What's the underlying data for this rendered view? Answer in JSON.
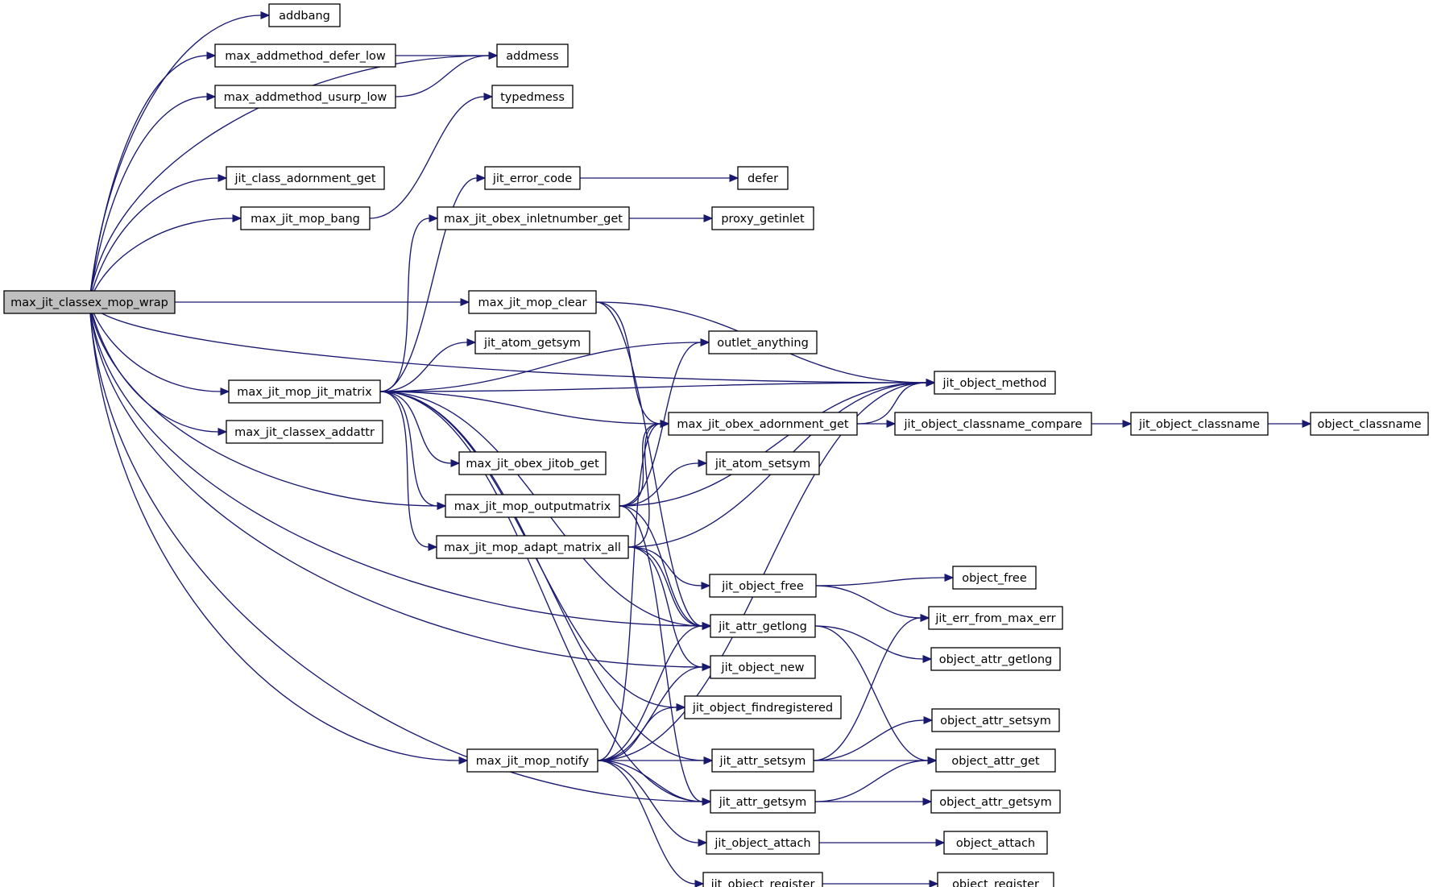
{
  "diagram": {
    "root": "max_jit_classex_mop_wrap",
    "edge_color": "#191970",
    "root_fill": "#bfbfbf",
    "nodes": [
      {
        "id": "wrap",
        "label": "max_jit_classex_mop_wrap"
      },
      {
        "id": "addbang",
        "label": "addbang"
      },
      {
        "id": "defer_low",
        "label": "max_addmethod_defer_low"
      },
      {
        "id": "usurp_low",
        "label": "max_addmethod_usurp_low"
      },
      {
        "id": "class_adorn",
        "label": "jit_class_adornment_get"
      },
      {
        "id": "mop_bang",
        "label": "max_jit_mop_bang"
      },
      {
        "id": "mop_jit_matrix",
        "label": "max_jit_mop_jit_matrix"
      },
      {
        "id": "classex_addattr",
        "label": "max_jit_classex_addattr"
      },
      {
        "id": "mop_notify",
        "label": "max_jit_mop_notify"
      },
      {
        "id": "addmess",
        "label": "addmess"
      },
      {
        "id": "typedmess",
        "label": "typedmess"
      },
      {
        "id": "jit_error_code",
        "label": "jit_error_code"
      },
      {
        "id": "obex_inlet",
        "label": "max_jit_obex_inletnumber_get"
      },
      {
        "id": "mop_clear",
        "label": "max_jit_mop_clear"
      },
      {
        "id": "jit_atom_getsym",
        "label": "jit_atom_getsym"
      },
      {
        "id": "obex_jitob",
        "label": "max_jit_obex_jitob_get"
      },
      {
        "id": "mop_outputmatrix",
        "label": "max_jit_mop_outputmatrix"
      },
      {
        "id": "mop_adapt",
        "label": "max_jit_mop_adapt_matrix_all"
      },
      {
        "id": "defer",
        "label": "defer"
      },
      {
        "id": "proxy_getinlet",
        "label": "proxy_getinlet"
      },
      {
        "id": "outlet_anything",
        "label": "outlet_anything"
      },
      {
        "id": "obex_adorn",
        "label": "max_jit_obex_adornment_get"
      },
      {
        "id": "jit_atom_setsym",
        "label": "jit_atom_setsym"
      },
      {
        "id": "jit_object_free",
        "label": "jit_object_free"
      },
      {
        "id": "jit_attr_getlong",
        "label": "jit_attr_getlong"
      },
      {
        "id": "jit_object_new",
        "label": "jit_object_new"
      },
      {
        "id": "jit_object_findregistered",
        "label": "jit_object_findregistered"
      },
      {
        "id": "jit_attr_setsym",
        "label": "jit_attr_setsym"
      },
      {
        "id": "jit_attr_getsym",
        "label": "jit_attr_getsym"
      },
      {
        "id": "jit_object_attach",
        "label": "jit_object_attach"
      },
      {
        "id": "jit_object_register",
        "label": "jit_object_register"
      },
      {
        "id": "jit_object_method",
        "label": "jit_object_method"
      },
      {
        "id": "classname_compare",
        "label": "jit_object_classname_compare"
      },
      {
        "id": "jit_object_classname",
        "label": "jit_object_classname"
      },
      {
        "id": "object_classname",
        "label": "object_classname"
      },
      {
        "id": "object_free",
        "label": "object_free"
      },
      {
        "id": "jit_err_from_max_err",
        "label": "jit_err_from_max_err"
      },
      {
        "id": "object_attr_getlong",
        "label": "object_attr_getlong"
      },
      {
        "id": "object_attr_setsym",
        "label": "object_attr_setsym"
      },
      {
        "id": "object_attr_get",
        "label": "object_attr_get"
      },
      {
        "id": "object_attr_getsym",
        "label": "object_attr_getsym"
      },
      {
        "id": "object_attach",
        "label": "object_attach"
      },
      {
        "id": "object_register",
        "label": "object_register"
      }
    ],
    "edges": [
      {
        "from": "wrap",
        "to": "addbang"
      },
      {
        "from": "wrap",
        "to": "defer_low"
      },
      {
        "from": "wrap",
        "to": "usurp_low"
      },
      {
        "from": "wrap",
        "to": "addmess"
      },
      {
        "from": "wrap",
        "to": "class_adorn"
      },
      {
        "from": "wrap",
        "to": "mop_bang"
      },
      {
        "from": "wrap",
        "to": "jit_object_method"
      },
      {
        "from": "wrap",
        "to": "mop_clear"
      },
      {
        "from": "wrap",
        "to": "mop_jit_matrix"
      },
      {
        "from": "wrap",
        "to": "classex_addattr"
      },
      {
        "from": "wrap",
        "to": "mop_outputmatrix"
      },
      {
        "from": "wrap",
        "to": "jit_attr_getlong"
      },
      {
        "from": "wrap",
        "to": "jit_object_new"
      },
      {
        "from": "wrap",
        "to": "mop_notify"
      },
      {
        "from": "wrap",
        "to": "jit_attr_getsym"
      },
      {
        "from": "defer_low",
        "to": "addmess"
      },
      {
        "from": "usurp_low",
        "to": "addmess"
      },
      {
        "from": "mop_bang",
        "to": "typedmess"
      },
      {
        "from": "jit_error_code",
        "to": "defer"
      },
      {
        "from": "obex_inlet",
        "to": "proxy_getinlet"
      },
      {
        "from": "mop_clear",
        "to": "jit_object_method"
      },
      {
        "from": "mop_clear",
        "to": "obex_adorn"
      },
      {
        "from": "mop_clear",
        "to": "jit_attr_getlong"
      },
      {
        "from": "mop_jit_matrix",
        "to": "jit_error_code"
      },
      {
        "from": "mop_jit_matrix",
        "to": "obex_inlet"
      },
      {
        "from": "mop_jit_matrix",
        "to": "jit_object_method"
      },
      {
        "from": "mop_jit_matrix",
        "to": "jit_atom_getsym"
      },
      {
        "from": "mop_jit_matrix",
        "to": "outlet_anything"
      },
      {
        "from": "mop_jit_matrix",
        "to": "obex_adorn"
      },
      {
        "from": "mop_jit_matrix",
        "to": "obex_jitob"
      },
      {
        "from": "mop_jit_matrix",
        "to": "mop_outputmatrix"
      },
      {
        "from": "mop_jit_matrix",
        "to": "mop_adapt"
      },
      {
        "from": "mop_jit_matrix",
        "to": "jit_attr_getlong"
      },
      {
        "from": "mop_jit_matrix",
        "to": "jit_object_findregistered"
      },
      {
        "from": "mop_jit_matrix",
        "to": "jit_attr_setsym"
      },
      {
        "from": "mop_jit_matrix",
        "to": "jit_attr_getsym"
      },
      {
        "from": "mop_outputmatrix",
        "to": "outlet_anything"
      },
      {
        "from": "mop_outputmatrix",
        "to": "jit_object_method"
      },
      {
        "from": "mop_outputmatrix",
        "to": "obex_adorn"
      },
      {
        "from": "mop_outputmatrix",
        "to": "jit_atom_setsym"
      },
      {
        "from": "mop_outputmatrix",
        "to": "jit_attr_getlong"
      },
      {
        "from": "mop_outputmatrix",
        "to": "jit_attr_getsym"
      },
      {
        "from": "mop_adapt",
        "to": "obex_adorn"
      },
      {
        "from": "mop_adapt",
        "to": "jit_object_method"
      },
      {
        "from": "mop_adapt",
        "to": "jit_object_free"
      },
      {
        "from": "mop_adapt",
        "to": "jit_attr_getlong"
      },
      {
        "from": "mop_adapt",
        "to": "jit_object_new"
      },
      {
        "from": "mop_notify",
        "to": "obex_adorn"
      },
      {
        "from": "mop_notify",
        "to": "jit_object_method"
      },
      {
        "from": "mop_notify",
        "to": "jit_attr_getlong"
      },
      {
        "from": "mop_notify",
        "to": "jit_object_new"
      },
      {
        "from": "mop_notify",
        "to": "jit_object_findregistered"
      },
      {
        "from": "mop_notify",
        "to": "jit_attr_setsym"
      },
      {
        "from": "mop_notify",
        "to": "jit_attr_getsym"
      },
      {
        "from": "mop_notify",
        "to": "jit_object_attach"
      },
      {
        "from": "mop_notify",
        "to": "jit_object_register"
      },
      {
        "from": "obex_adorn",
        "to": "jit_object_method"
      },
      {
        "from": "obex_adorn",
        "to": "classname_compare"
      },
      {
        "from": "classname_compare",
        "to": "jit_object_classname"
      },
      {
        "from": "jit_object_classname",
        "to": "object_classname"
      },
      {
        "from": "jit_object_free",
        "to": "object_free"
      },
      {
        "from": "jit_object_free",
        "to": "jit_err_from_max_err"
      },
      {
        "from": "jit_attr_getlong",
        "to": "object_attr_getlong"
      },
      {
        "from": "jit_attr_getlong",
        "to": "object_attr_get"
      },
      {
        "from": "jit_attr_setsym",
        "to": "jit_err_from_max_err"
      },
      {
        "from": "jit_attr_setsym",
        "to": "object_attr_setsym"
      },
      {
        "from": "jit_attr_setsym",
        "to": "object_attr_get"
      },
      {
        "from": "jit_attr_getsym",
        "to": "object_attr_get"
      },
      {
        "from": "jit_attr_getsym",
        "to": "object_attr_getsym"
      },
      {
        "from": "jit_object_attach",
        "to": "object_attach"
      },
      {
        "from": "jit_object_register",
        "to": "object_register"
      }
    ]
  }
}
